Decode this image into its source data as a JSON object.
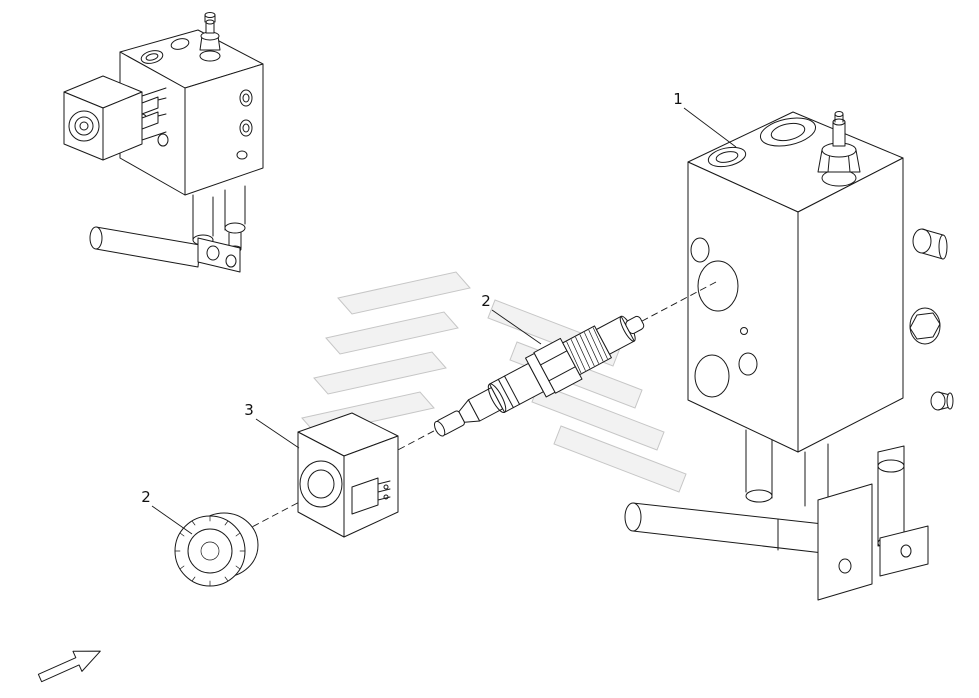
{
  "page": {
    "background_color": "#ffffff",
    "line_color": "#1a1a1a",
    "watermark_color": "#d9d9d9"
  },
  "callouts": {
    "item1": "1",
    "item2a": "2",
    "item3": "3",
    "item2b": "2"
  },
  "icons": {
    "direction_arrow": "up-right-outline-arrow"
  }
}
